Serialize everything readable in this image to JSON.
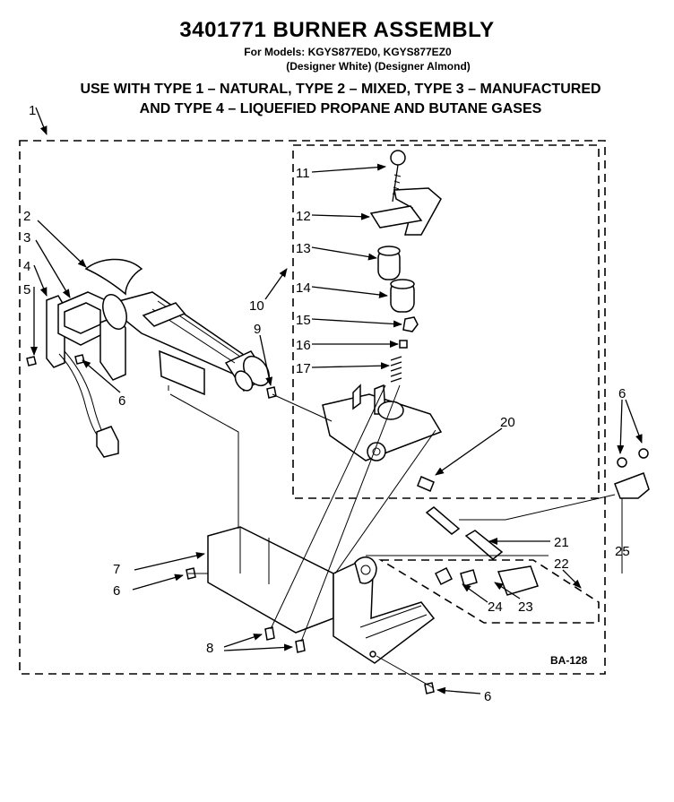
{
  "header": {
    "title": "3401771 BURNER ASSEMBLY",
    "models": "For Models: KGYS877ED0, KGYS877EZ0",
    "variants": "(Designer White) (Designer Almond)",
    "usage_line1": "USE WITH TYPE 1 – NATURAL, TYPE 2 – MIXED, TYPE 3 – MANUFACTURED",
    "usage_line2": "AND TYPE 4 – LIQUEFIED PROPANE AND BUTANE GASES"
  },
  "callouts": {
    "c1": "1",
    "c2": "2",
    "c3": "3",
    "c4": "4",
    "c5": "5",
    "c6a": "6",
    "c6b": "6",
    "c6c": "6",
    "c6d": "6",
    "c7": "7",
    "c8": "8",
    "c9": "9",
    "c10": "10",
    "c11": "11",
    "c12": "12",
    "c13": "13",
    "c14": "14",
    "c15": "15",
    "c16": "16",
    "c17": "17",
    "c20": "20",
    "c21": "21",
    "c22": "22",
    "c23": "23",
    "c24": "24",
    "c25": "25"
  },
  "diagram_code": "BA-128"
}
